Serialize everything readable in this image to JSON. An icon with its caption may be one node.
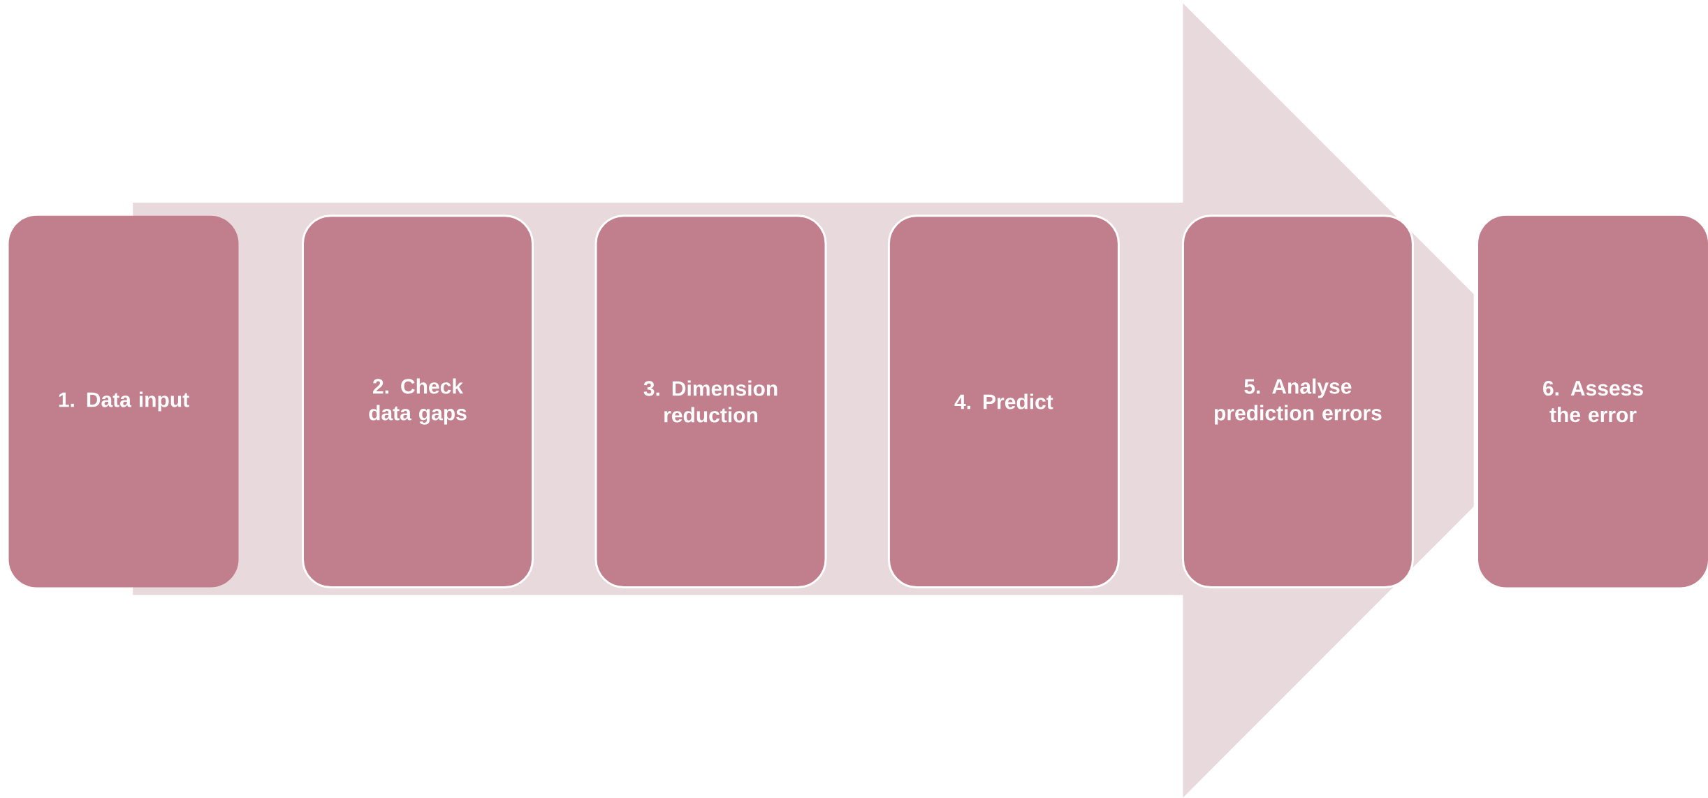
{
  "diagram": {
    "nodes": [
      {
        "text": [
          "1. Data input"
        ]
      },
      {
        "text": [
          "2. Check data gaps"
        ]
      },
      {
        "text": [
          "3. Dimension reduction"
        ]
      },
      {
        "text": [
          "4. Predict"
        ]
      },
      {
        "text": [
          "5. Analyse prediction errors"
        ]
      },
      {
        "text": [
          "6. Assess the error"
        ]
      }
    ]
  }
}
